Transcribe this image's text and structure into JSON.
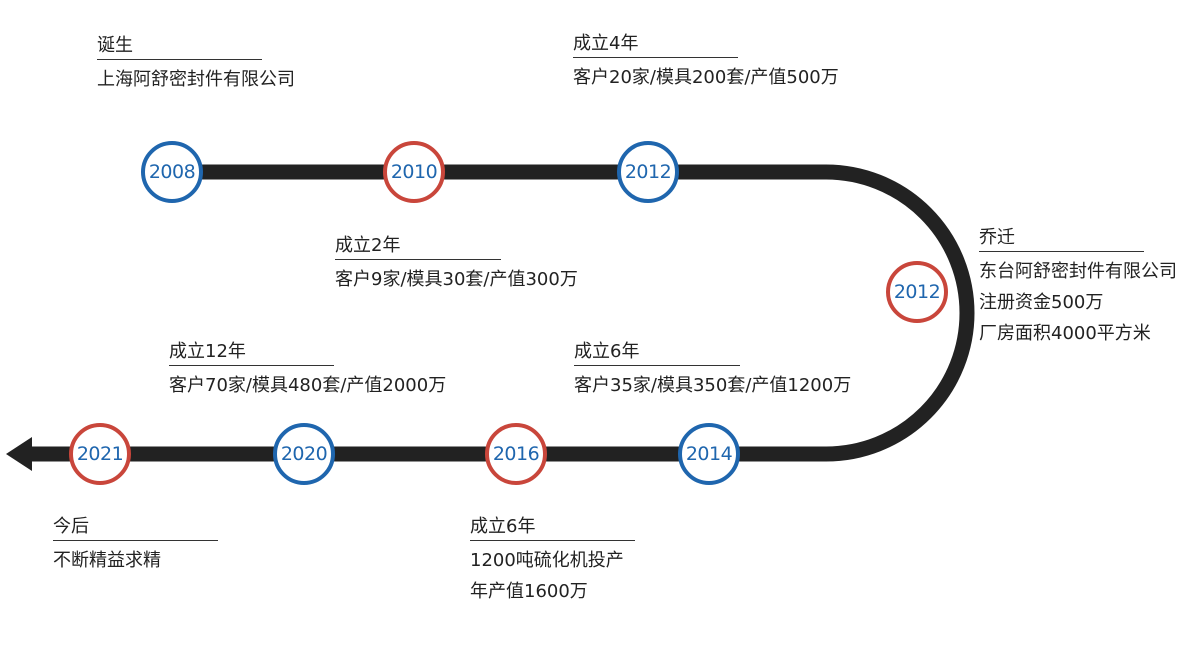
{
  "colors": {
    "track": "#222222",
    "node_blue": "#1f66ae",
    "node_red": "#c9463b",
    "year_text": "#1f66ae"
  },
  "milestones": [
    {
      "year": "2008",
      "ring": "blue",
      "title": "诞生",
      "lines": [
        "上海阿舒密封件有限公司"
      ]
    },
    {
      "year": "2010",
      "ring": "red",
      "title": "成立2年",
      "lines": [
        "客户9家/模具30套/产值300万"
      ]
    },
    {
      "year": "2012",
      "ring": "blue",
      "title": "成立4年",
      "lines": [
        "客户20家/模具200套/产值500万"
      ]
    },
    {
      "year": "2012",
      "ring": "red",
      "title": "乔迁",
      "lines": [
        "东台阿舒密封件有限公司",
        "注册资金500万",
        "厂房面积4000平方米"
      ]
    },
    {
      "year": "2014",
      "ring": "blue",
      "title": "成立6年",
      "lines": [
        "客户35家/模具350套/产值1200万"
      ]
    },
    {
      "year": "2016",
      "ring": "red",
      "title": "成立6年",
      "lines": [
        "1200吨硫化机投产",
        "年产值1600万"
      ]
    },
    {
      "year": "2020",
      "ring": "blue",
      "title": "成立12年",
      "lines": [
        "客户70家/模具480套/产值2000万"
      ]
    },
    {
      "year": "2021",
      "ring": "red",
      "title": "今后",
      "lines": [
        "不断精益求精"
      ]
    }
  ]
}
